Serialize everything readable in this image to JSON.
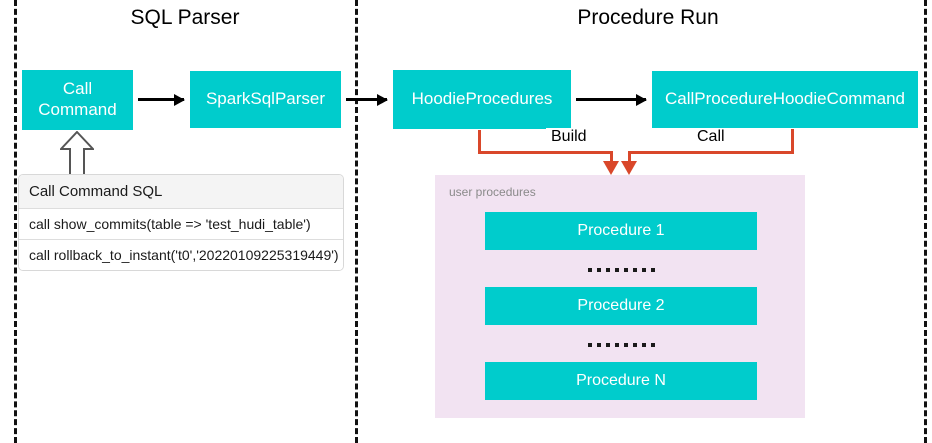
{
  "diagram": {
    "sections": [
      {
        "id": "sql-parser",
        "title": "SQL Parser"
      },
      {
        "id": "procedure-run",
        "title": "Procedure Run"
      }
    ],
    "nodes": {
      "call_command": "Call\nCommand",
      "call_command_line1": "Call",
      "call_command_line2": "Command",
      "spark_sql_parser": "SparkSqlParser",
      "hoodie_procedures": "HoodieProcedures",
      "call_procedure_hoodie_command": "CallProcedureHoodieCommand"
    },
    "edge_labels": {
      "build": "Build",
      "call": "Call"
    },
    "sql_card": {
      "header": "Call Command SQL",
      "rows": [
        "call show_commits(table => 'test_hudi_table')",
        "call rollback_to_instant('t0','20220109225319449')"
      ]
    },
    "procedures_panel": {
      "label": "user procedures",
      "items": [
        "Procedure 1",
        "Procedure 2",
        "Procedure N"
      ],
      "ellipsis_dot_count": 8
    },
    "colors": {
      "node_fill": "#00CCCC",
      "node_text": "#FFFFFF",
      "panel_fill": "#F2E3F2",
      "connector_orange": "#D9472A",
      "flow_arrow": "#000000",
      "divider": "#111111",
      "card_header_fill": "#F4F4F4"
    }
  }
}
